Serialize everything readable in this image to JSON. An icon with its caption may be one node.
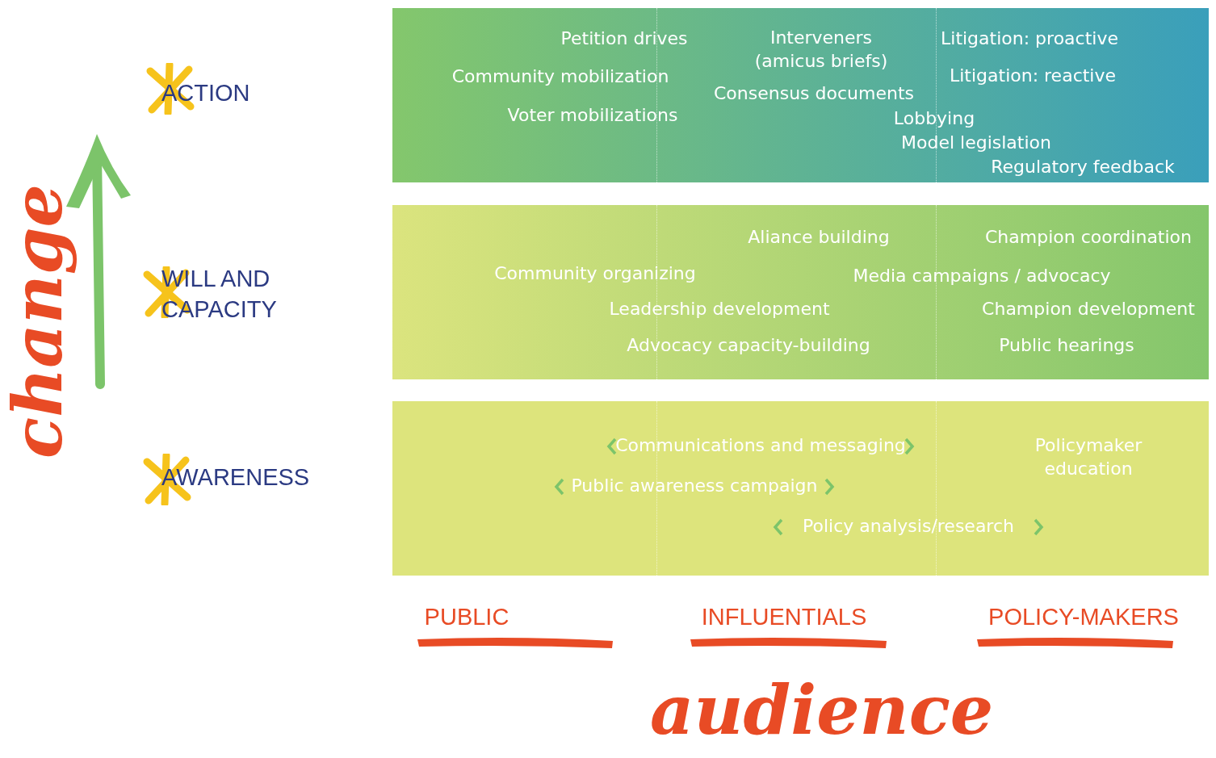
{
  "diagram": {
    "nodes": [
      {
        "text": [
          "Petition drives",
          "Community mobilization",
          "Voter mobilizations",
          "Interveners (amicus briefs)",
          "Consensus documents",
          "Litigation: proactive",
          "Litigation: reactive",
          "Lobbying",
          "Model legislation",
          "Regulatory feedback"
        ]
      },
      {
        "text": [
          "Aliance building",
          "Champion coordination",
          "Community organizing",
          "Media campaigns / advocacy",
          "Leadership development",
          "Champion development",
          "Advocacy capacity-building",
          "Public hearings"
        ]
      },
      {
        "text": [
          "Communications and messaging",
          "Policymaker education",
          "Public awareness campaign",
          "Policy analysis/research"
        ]
      }
    ],
    "labels": [
      "ACTION",
      "WILL AND CAPACITY",
      "change",
      "AWARENESS",
      "PUBLIC",
      "INFLUENTIALS",
      "POLICY-MAKERS",
      "audience"
    ]
  }
}
